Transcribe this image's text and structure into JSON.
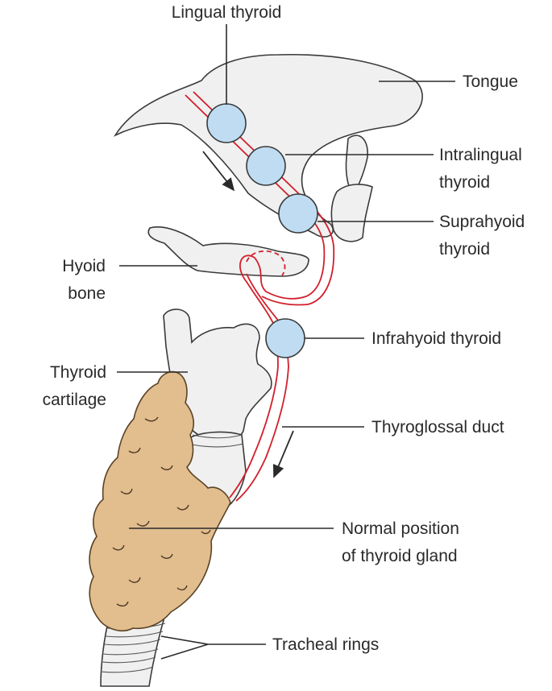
{
  "labels": {
    "lingual_thyroid": "Lingual thyroid",
    "tongue": "Tongue",
    "intralingual_1": "Intralingual",
    "intralingual_2": "thyroid",
    "suprahyoid_1": "Suprahyoid",
    "suprahyoid_2": "thyroid",
    "hyoid_1": "Hyoid",
    "hyoid_2": "bone",
    "infrahyoid": "Infrahyoid thyroid",
    "thyroid_cart_1": "Thyroid",
    "thyroid_cart_2": "cartilage",
    "thyroglossal_duct": "Thyroglossal duct",
    "normal_pos_1": "Normal position",
    "normal_pos_2": "of thyroid gland",
    "tracheal_rings": "Tracheal rings"
  },
  "colors": {
    "duct": "#d21f2b",
    "ectopic_thyroid": "#bfdcf2",
    "thyroid_gland": "#e2bd8e",
    "structure_fill": "#f0f0f0"
  }
}
